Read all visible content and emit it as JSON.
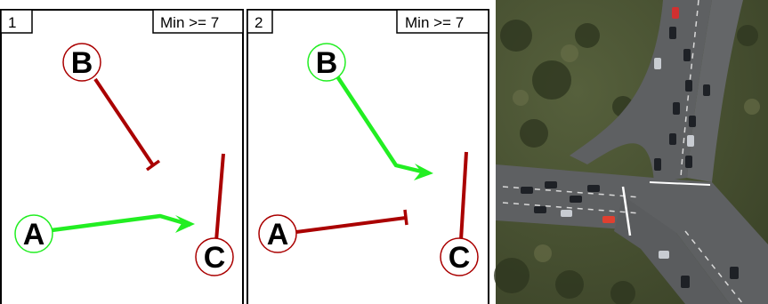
{
  "colors": {
    "allowed": "#22ee22",
    "blocked": "#aa0000",
    "node_fill": "#ffffff",
    "frame": "#000000"
  },
  "panels": [
    {
      "number": "1",
      "condition": "Min >= 7",
      "nodes": [
        {
          "label": "A",
          "status": "allowed"
        },
        {
          "label": "B",
          "status": "blocked"
        },
        {
          "label": "C",
          "status": "blocked"
        }
      ],
      "movements": [
        {
          "from": "A",
          "status": "allowed",
          "end": "arrow"
        },
        {
          "from": "B",
          "status": "blocked",
          "end": "bar"
        },
        {
          "from": "C",
          "status": "blocked",
          "end": "none"
        }
      ]
    },
    {
      "number": "2",
      "condition": "Min >= 7",
      "nodes": [
        {
          "label": "A",
          "status": "blocked"
        },
        {
          "label": "B",
          "status": "allowed"
        },
        {
          "label": "C",
          "status": "blocked"
        }
      ],
      "movements": [
        {
          "from": "A",
          "status": "blocked",
          "end": "bar"
        },
        {
          "from": "B",
          "status": "allowed",
          "end": "arrow"
        },
        {
          "from": "C",
          "status": "blocked",
          "end": "none"
        }
      ]
    }
  ],
  "satellite_image": {
    "subject": "aerial view of road intersection"
  }
}
